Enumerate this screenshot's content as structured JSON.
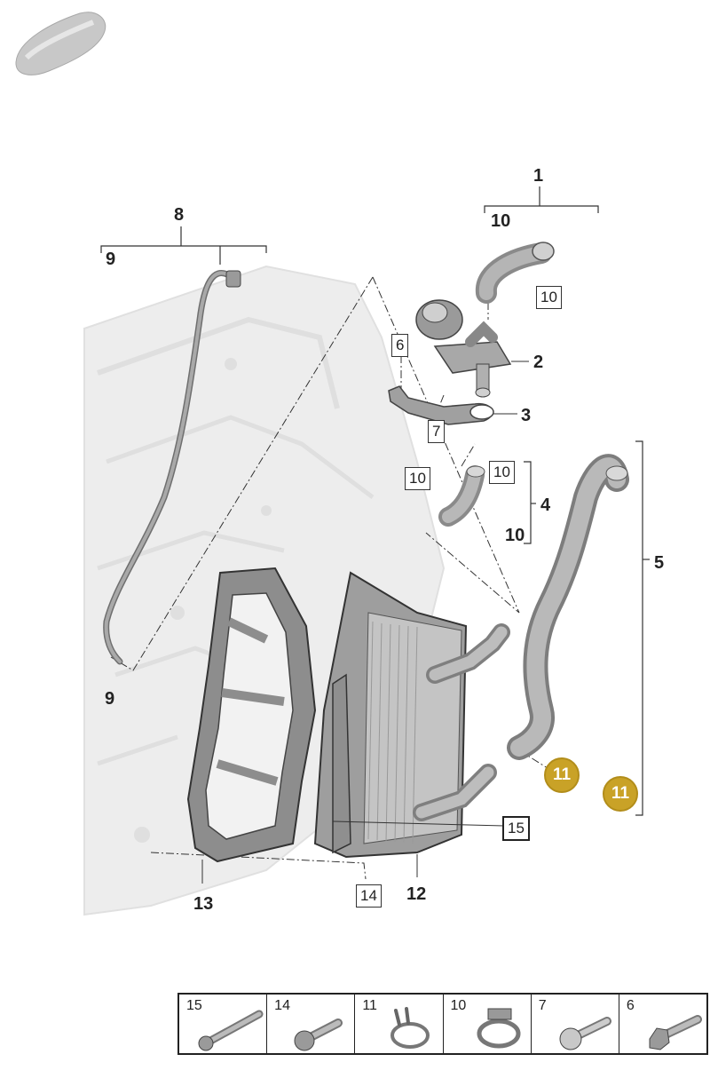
{
  "callouts": {
    "c1": "1",
    "c10a": "10",
    "c8": "8",
    "c9a": "9",
    "c2": "2",
    "c3": "3",
    "c4": "4",
    "c10b": "10",
    "c5": "5",
    "c9b": "9",
    "c13": "13",
    "c12": "12"
  },
  "box_labels": {
    "b10_top": "10",
    "b6": "6",
    "b7": "7",
    "b10_left": "10",
    "b10_right": "10",
    "b15": "15",
    "b14": "14"
  },
  "badges": {
    "left": "11",
    "right": "11"
  },
  "legend": {
    "cells": [
      {
        "number": "15",
        "icon": "long-bolt-icon"
      },
      {
        "number": "14",
        "icon": "short-bolt-icon"
      },
      {
        "number": "11",
        "icon": "spring-clamp-icon"
      },
      {
        "number": "10",
        "icon": "hose-clamp-icon"
      },
      {
        "number": "7",
        "icon": "screw-icon"
      },
      {
        "number": "6",
        "icon": "flange-bolt-icon"
      }
    ]
  },
  "colors": {
    "badge": "#c9a227",
    "part_gray": "#9a9a9a",
    "background_engine": "#ececec"
  }
}
